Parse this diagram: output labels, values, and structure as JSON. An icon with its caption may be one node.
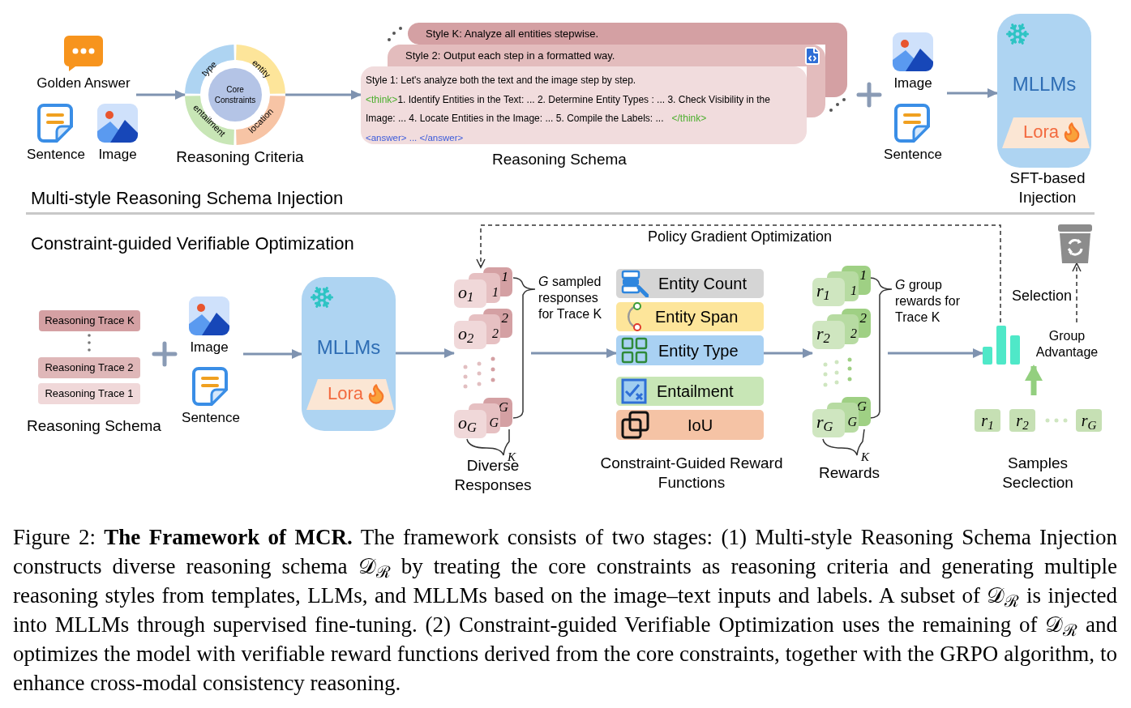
{
  "diagram": {
    "caption": "Figure 2: **The Framework of MCR.** The framework consists of two stages: (1) Multi-style Reasoning Schema Injection constructs diverse reasoning schema 𝒟$_{ℛ}$ by treating the core constraints as reasoning criteria and generating multiple reasoning styles from templates, LLMs, and MLLMs based on the image–text inputs and labels. A subset of 𝒟$_{ℛ}$ is injected into MLLMs through supervised fine-tuning. (2) Constraint-guided Verifiable Optimization uses the remaining of 𝒟$_{ℛ}$ and optimizes the model with verifiable reward functions derived from the core constraints, together with the GRPO algorithm, to enhance cross-modal consistency reasoning.",
    "nodes": [
      {
        "text": [
          "Golden Answer"
        ]
      },
      {
        "text": [
          "Sentence"
        ]
      },
      {
        "text": [
          "Image"
        ]
      },
      {
        "text": [],
        "shape": "circle",
        "beside": [
          "Reasoning Criteria"
        ]
      },
      {
        "text": [
          "type"
        ],
        "in": 3
      },
      {
        "text": [
          "entity"
        ],
        "in": 3
      },
      {
        "text": [
          "entailment"
        ],
        "in": 3
      },
      {
        "text": [
          "location"
        ],
        "in": 3
      },
      {
        "text": [
          "Core Constraints"
        ],
        "in": 3
      },
      {
        "text": [
          "Style K: Analyze all entities stepwise."
        ]
      },
      {
        "text": [
          "Style 2: Output each step in a formatted way."
        ]
      },
      {
        "text": [
          "Style 1: Let's analyze both the text and the image step by step.",
          "<think>",
          "1. Identify Entities in the Text: ... 2. Determine Entity Types : ... 3. Check Visibility in the Image: ... 4. Locate Entities in the Image: ... 5. Compile the Labels: ...",
          "</think>",
          "<answer> ... </answer>"
        ]
      },
      {
        "text": [
          "Image"
        ]
      },
      {
        "text": [
          "Sentence"
        ]
      },
      {
        "text": [
          "MLLMs"
        ],
        "beside": [
          "SFT-based Injection"
        ]
      },
      {
        "text": [
          "Lora"
        ],
        "in": 14
      },
      {
        "text": [
          "Reasoning Trace K"
        ]
      },
      {
        "text": [
          "Reasoning Trace 2"
        ]
      },
      {
        "text": [
          "Reasoning Trace 1"
        ]
      },
      {
        "text": [
          "Image"
        ]
      },
      {
        "text": [
          "Sentence"
        ]
      },
      {
        "text": [
          "MLLMs"
        ]
      },
      {
        "text": [
          "Lora"
        ],
        "in": 21
      },
      {
        "text": [
          "o$_{1}$",
          "1",
          "1"
        ]
      },
      {
        "text": [
          "o$_{2}$",
          "2",
          "2"
        ]
      },
      {
        "text": [
          "o$_{G}$",
          "G",
          "G"
        ]
      },
      {
        "text": [
          "Entity Count"
        ]
      },
      {
        "text": [
          "Entity Span"
        ]
      },
      {
        "text": [
          "Entity Type"
        ]
      },
      {
        "text": [
          "Entailment"
        ]
      },
      {
        "text": [
          "IoU"
        ]
      },
      {
        "text": [
          "r$_{1}$",
          "1",
          "1"
        ]
      },
      {
        "text": [
          "r$_{2}$",
          "2",
          "2"
        ]
      },
      {
        "text": [
          "r$_{G}$",
          "G",
          "G"
        ]
      },
      {
        "text": [
          "Group Advantage"
        ]
      },
      {
        "text": [
          "r$_{1}$"
        ]
      },
      {
        "text": [
          "r$_{2}$"
        ]
      },
      {
        "text": [
          "r$_{G}$"
        ]
      },
      {
        "text": [],
        "shape": "bin"
      }
    ],
    "edges": [
      {
        "from": 0,
        "to": 3,
        "arrow": "to"
      },
      {
        "from": 3,
        "to": 11,
        "arrow": "to"
      },
      {
        "from": null,
        "to": 14,
        "arrow": "to"
      },
      {
        "from": null,
        "to": 21,
        "arrow": "to"
      },
      {
        "from": 21,
        "to": 24,
        "arrow": "to"
      },
      {
        "from": null,
        "to": 28,
        "arrow": "to"
      },
      {
        "from": 28,
        "to": 32,
        "arrow": "to"
      },
      {
        "from": null,
        "to": 34,
        "arrow": "to"
      },
      {
        "from": null,
        "to": 34,
        "arrow": "to",
        "style": "thick",
        "color": "#93cf7f"
      },
      {
        "from": 34,
        "to": 38,
        "arrow": "to",
        "style": "dashed",
        "color": "#333333",
        "label": "Selection"
      },
      {
        "from": 34,
        "to": 23,
        "arrow": "to",
        "style": "dashed",
        "color": "#333333",
        "label": "Policy Gradient Optimization"
      }
    ],
    "labels": [
      "Reasoning Schema",
      "Multi-style Reasoning Schema Injection",
      "Constraint-guided Verifiable Optimization",
      "Reasoning Schema",
      "*G* sampled responses for Trace K",
      "K",
      "Diverse Responses",
      "Constraint-Guided Reward Functions",
      "*G* group rewards for Trace K",
      "K",
      "Rewards",
      "Samples Seclection"
    ]
  }
}
